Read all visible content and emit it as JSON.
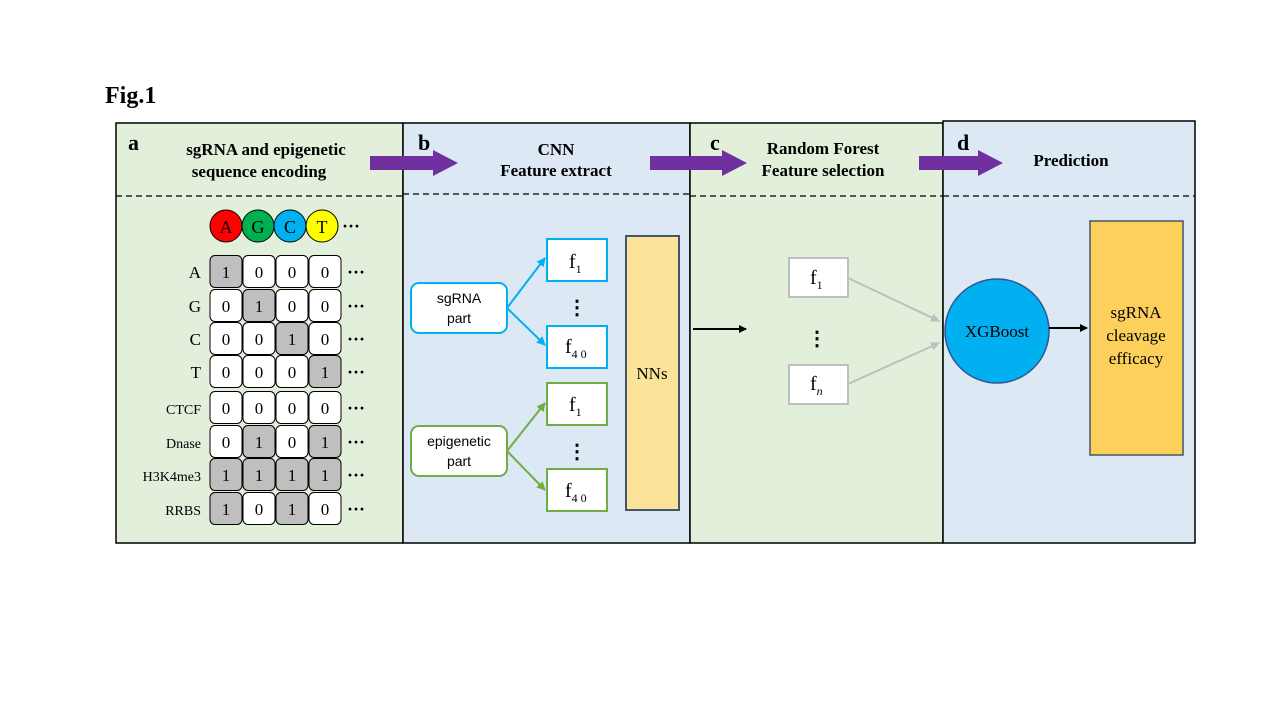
{
  "figure_title": "Fig.1",
  "colors": {
    "green_panel": "#e2efda",
    "blue_panel": "#dde8f5",
    "arrow_purple": "#7030a0",
    "yellow_box": "#fbe49a",
    "blue_node": "#00b0f0",
    "green_node": "#70ad47",
    "gray_cell": "#bfbfbf",
    "base_A": "#ff0000",
    "base_G": "#00b050",
    "base_C": "#00b0f0",
    "base_T": "#ffff00"
  },
  "panel_a": {
    "letter": "a",
    "title_line1": "sgRNA and epigenetic",
    "title_line2": "sequence encoding",
    "bases": [
      "A",
      "G",
      "C",
      "T"
    ],
    "ellipsis": "···",
    "rows": [
      {
        "label": "A",
        "cells": [
          "1",
          "0",
          "0",
          "0"
        ],
        "shaded": [
          1,
          0,
          0,
          0
        ]
      },
      {
        "label": "G",
        "cells": [
          "0",
          "1",
          "0",
          "0"
        ],
        "shaded": [
          0,
          1,
          0,
          0
        ]
      },
      {
        "label": "C",
        "cells": [
          "0",
          "0",
          "1",
          "0"
        ],
        "shaded": [
          0,
          0,
          1,
          0
        ]
      },
      {
        "label": "T",
        "cells": [
          "0",
          "0",
          "0",
          "1"
        ],
        "shaded": [
          0,
          0,
          0,
          1
        ]
      },
      {
        "label": "CTCF",
        "cells": [
          "0",
          "0",
          "0",
          "0"
        ],
        "shaded": [
          0,
          0,
          0,
          0
        ]
      },
      {
        "label": "Dnase",
        "cells": [
          "0",
          "1",
          "0",
          "1"
        ],
        "shaded": [
          0,
          1,
          0,
          1
        ]
      },
      {
        "label": "H3K4me3",
        "cells": [
          "1",
          "1",
          "1",
          "1"
        ],
        "shaded": [
          1,
          1,
          1,
          1
        ]
      },
      {
        "label": "RRBS",
        "cells": [
          "1",
          "0",
          "1",
          "0"
        ],
        "shaded": [
          1,
          0,
          1,
          0
        ]
      }
    ]
  },
  "panel_b": {
    "letter": "b",
    "title_line1": "CNN",
    "title_line2": "Feature extract",
    "sgrna_line1": "sgRNA",
    "sgrna_line2": "part",
    "epi_line1": "epigenetic",
    "epi_line2": "part",
    "f_letter": "f",
    "sub_first": "1",
    "sub_last": "4 0",
    "vdots": "⋮",
    "nns": "NNs"
  },
  "panel_c": {
    "letter": "c",
    "title_line1": "Random Forest",
    "title_line2": "Feature selection",
    "f_letter": "f",
    "sub_first": "1",
    "sub_last": "n",
    "vdots": "⋮"
  },
  "panel_d": {
    "letter": "d",
    "title": "Prediction",
    "xgboost": "XGBoost",
    "output_line1": "sgRNA",
    "output_line2": "cleavage",
    "output_line3": "efficacy"
  }
}
